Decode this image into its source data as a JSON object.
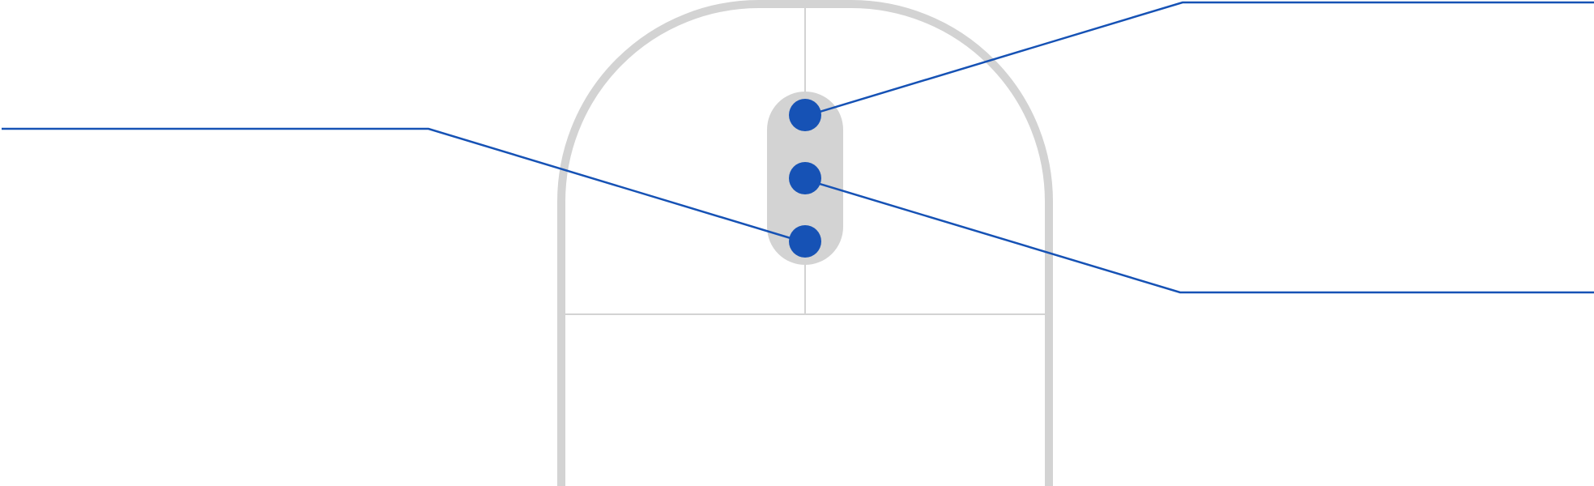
{
  "diagram": {
    "subject": "computer-mouse-top-view",
    "callouts": [
      {
        "id": "callout-top-button",
        "target": "top-button",
        "side": "right"
      },
      {
        "id": "callout-middle-button",
        "target": "middle-button",
        "side": "right"
      },
      {
        "id": "callout-bottom-button",
        "target": "bottom-button",
        "side": "left"
      }
    ]
  },
  "colors": {
    "background": "#ffffff",
    "mouse_outline": "#d3d3d3",
    "divider_lines": "#d3d3d3",
    "button_strip": "#d3d3d3",
    "buttons": "#1652b5",
    "callout_lines": "#1652b5"
  }
}
